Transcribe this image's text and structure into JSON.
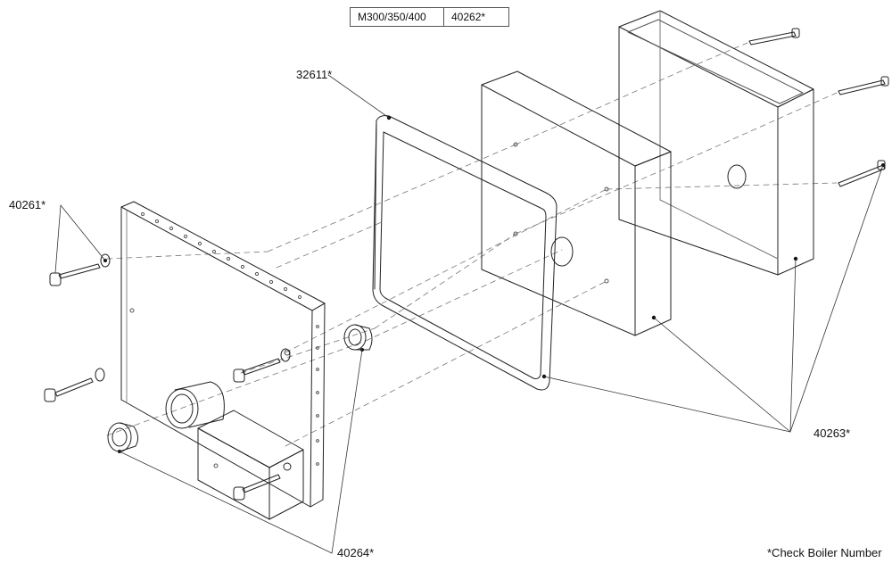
{
  "header_table": {
    "model": "M300/350/400",
    "part": "40262*"
  },
  "callouts": {
    "gasket": "32611*",
    "bolts_washers": "40261*",
    "panels": "40263*",
    "bushings": "40264*"
  },
  "note": "*Check Boiler Number"
}
